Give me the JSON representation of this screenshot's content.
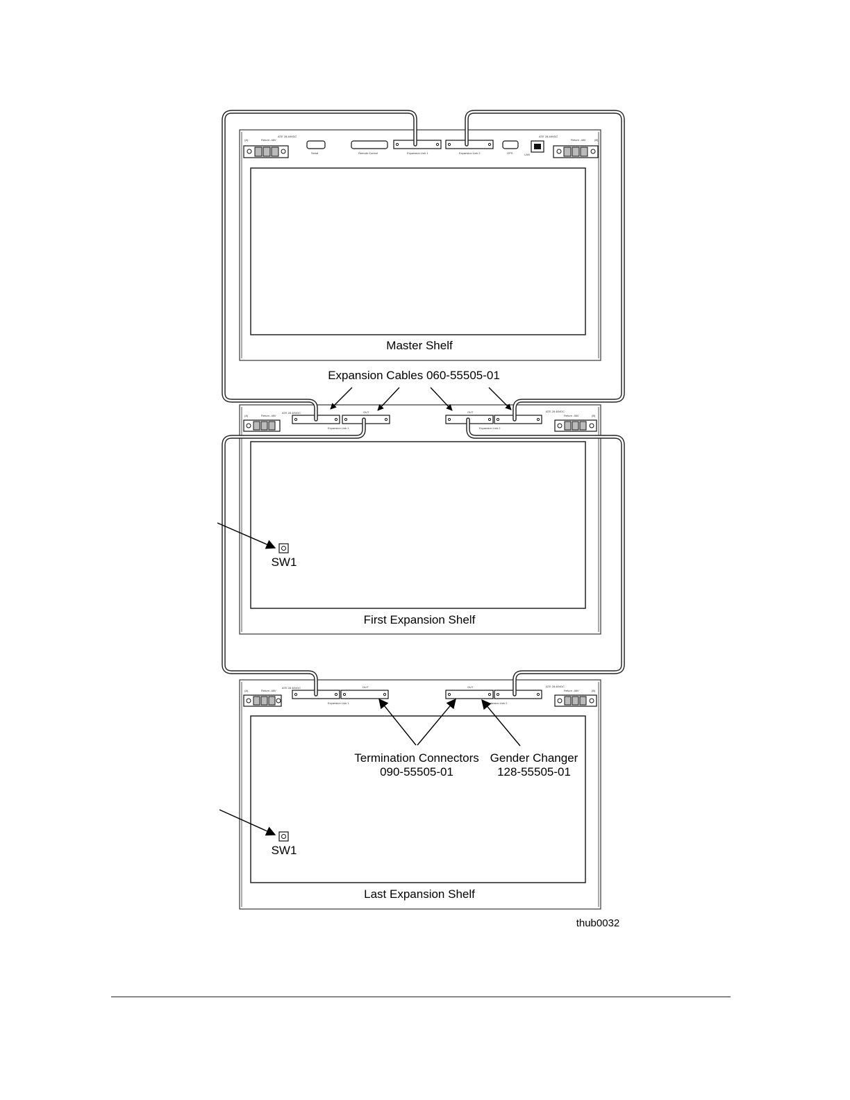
{
  "figure": {
    "figure_id": "thub0032",
    "shelves": {
      "master": "Master Shelf",
      "first": "First Expansion Shelf",
      "last": "Last Expansion Shelf"
    },
    "callouts": {
      "cables": "Expansion Cables 060-55505-01",
      "termination_title": "Termination Connectors",
      "termination_part": "090-55505-01",
      "gender_title": "Gender Changer",
      "gender_part": "128-55505-01",
      "switch_first": "SW1",
      "switch_last": "SW1"
    },
    "panel_labels": {
      "power_a": "(A)",
      "power_b": "(B)",
      "return": "Return  -48V",
      "master_fuse": "ATE 28-48VDC",
      "exp_fuse": "ATE 28 48VDC",
      "serial": "Serial",
      "remote": "Remote Control",
      "exp_link_1": "Expansion Link 1",
      "exp_link_2": "Expansion Link 2",
      "gps": "GPS",
      "lan": "LAN",
      "out": "OUT"
    }
  }
}
